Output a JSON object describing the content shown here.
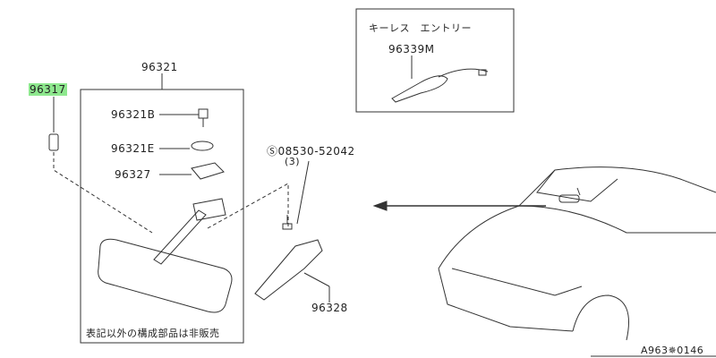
{
  "parts": {
    "p96317": "96317",
    "p96321": "96321",
    "p96321B": "96321B",
    "p96321E": "96321E",
    "p96327": "96327",
    "bolt": "08530-52042",
    "bolt_qty": "(3)",
    "p96328": "96328",
    "p96339M": "96339M"
  },
  "keyless_title": "キーレス　エントリー",
  "note": "表記以外の構成部品は非販売",
  "diagram_code": "A963✵0146",
  "colors": {
    "highlight": "#8ee88e",
    "line": "#333333"
  }
}
